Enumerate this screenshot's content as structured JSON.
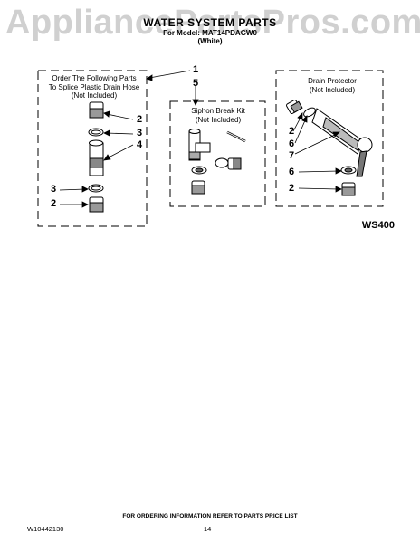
{
  "watermark": "AppliancePartsPros.com",
  "header": {
    "title": "WATER SYSTEM PARTS",
    "model_line": "For Model: MAT14PDAGW0",
    "color": "(White)"
  },
  "panels": {
    "left": {
      "label_lines": [
        "Order The Following Parts",
        "To Splice Plastic Drain Hose",
        "(Not Included)"
      ],
      "callouts": [
        "2",
        "3",
        "4",
        "3",
        "2"
      ]
    },
    "middle": {
      "label_lines": [
        "Siphon Break Kit",
        "(Not Included)"
      ],
      "callouts": [
        "1",
        "5"
      ]
    },
    "right": {
      "label_lines": [
        "Drain Protector",
        "(Not Included)"
      ],
      "callouts": [
        "2",
        "6",
        "7",
        "6",
        "2"
      ]
    }
  },
  "figure_code": "WS400",
  "footer": {
    "note": "FOR ORDERING INFORMATION REFER TO PARTS PRICE LIST",
    "doc_number": "W10442130",
    "page_number": "14"
  }
}
